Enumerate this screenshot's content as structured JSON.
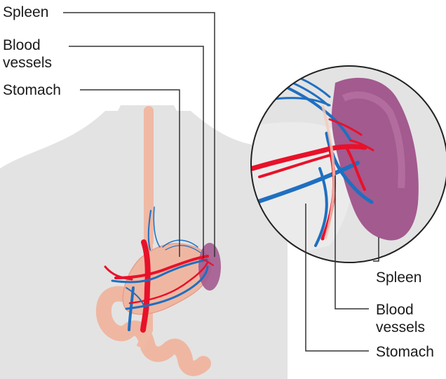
{
  "labels_left": {
    "spleen": "Spleen",
    "blood_vessels_line1": "Blood",
    "blood_vessels_line2": "vessels",
    "stomach": "Stomach"
  },
  "labels_right": {
    "spleen": "Spleen",
    "blood_vessels_line1": "Blood",
    "blood_vessels_line2": "vessels",
    "stomach": "Stomach"
  },
  "colors": {
    "body": "#e3e3e3",
    "esophagus": "#f0b9a4",
    "stomach": "#efb7a2",
    "spleen": "#a35a8f",
    "artery": "#e8112a",
    "vein": "#1f6fc0",
    "leader": "#333333"
  }
}
